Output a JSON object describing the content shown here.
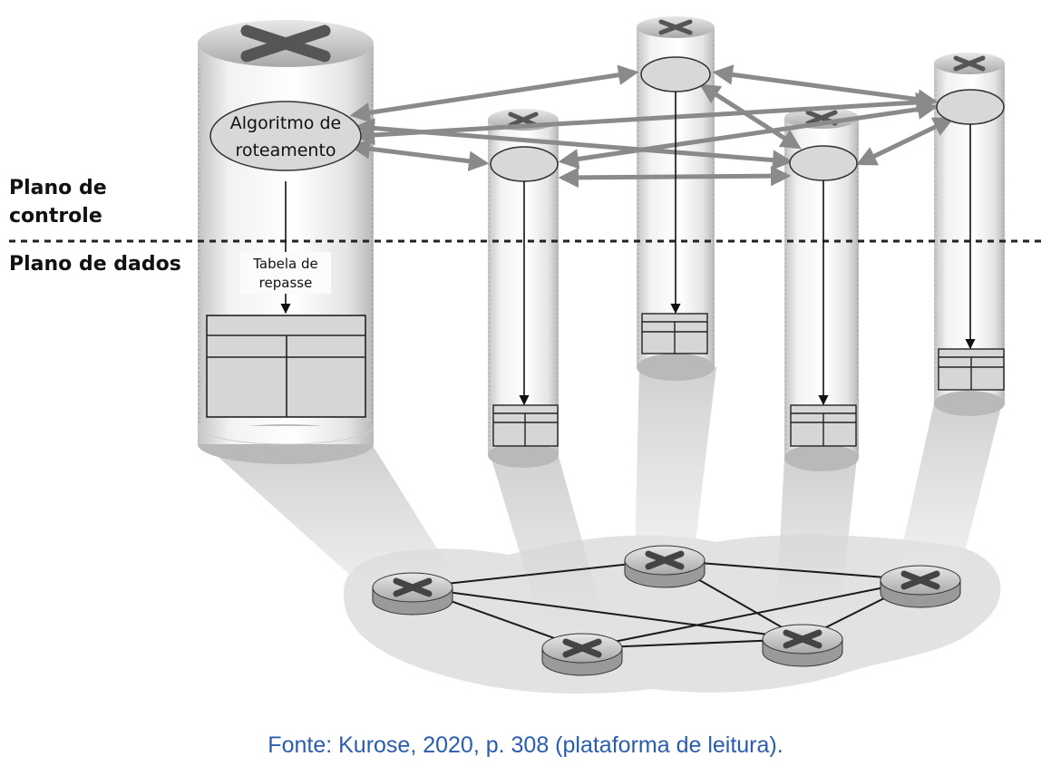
{
  "diagram": {
    "control_plane_label_line1": "Plano de",
    "control_plane_label_line2": "controle",
    "data_plane_label": "Plano de dados",
    "routing_algorithm_line1": "Algoritmo de",
    "routing_algorithm_line2": "roteamento",
    "forwarding_table_line1": "Tabela de",
    "forwarding_table_line2": "repasse"
  },
  "caption": "Fonte: Kurose, 2020, p. 308 (plataforma de leitura).",
  "colors": {
    "caption": "#2a5db0",
    "node_fill": "#d8d8d8",
    "arrow": "#8a8a8a",
    "text": "#111111"
  }
}
